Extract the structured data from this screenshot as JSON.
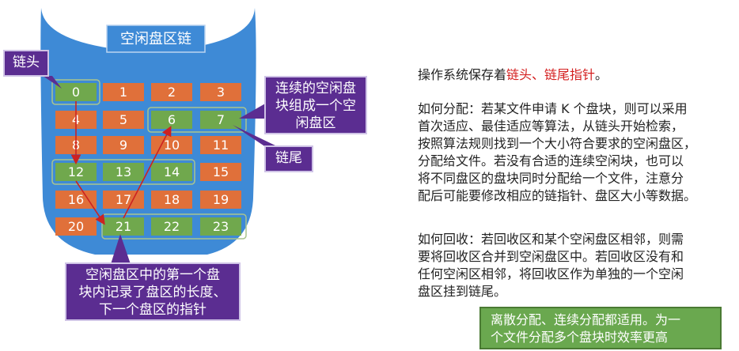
{
  "diagram": {
    "title": "空闲盘区链",
    "blocks": [
      "0",
      "1",
      "2",
      "3",
      "4",
      "5",
      "6",
      "7",
      "8",
      "9",
      "10",
      "11",
      "12",
      "13",
      "14",
      "15",
      "16",
      "17",
      "18",
      "19",
      "20",
      "21",
      "22",
      "23"
    ],
    "free_blocks": [
      0,
      6,
      7,
      12,
      13,
      14,
      21,
      22,
      23
    ],
    "colors": {
      "free": "#70a84d",
      "used": "#e0703a",
      "disk": "#3e8ad6",
      "callout": "#5b2d91",
      "arrow": "#cc2222"
    },
    "callouts": {
      "head": "链头",
      "tail": "链尾",
      "contiguous": [
        "连续的空闲盘",
        "块组成一个空",
        "闲盘区"
      ],
      "first_block": [
        "空闲盘区中的第一个盘",
        "块内记录了盘区的长度、",
        "下一个盘区的指针"
      ]
    }
  },
  "text": {
    "p1_prefix": "操作系统保存着",
    "p1_highlight": "链头、链尾指针",
    "p1_suffix": "。",
    "allocation": [
      "如何分配：若某文件申请 K 个盘块，则可以采用",
      "首次适应、最佳适应等算法，从链头开始检索，",
      "按照算法规则找到一个大小符合要求的空闲盘区，",
      "分配给文件。若没有合适的连续空闲块，也可以",
      "将不同盘区的盘块同时分配给一个文件，注意分",
      "配后可能要修改相应的链指针、盘区大小等数据。"
    ],
    "recycle": [
      "如何回收：若回收区和某个空闲盘区相邻，则需",
      "要将回收区合并到空闲盘区中。若回收区没有和",
      "任何空闲区相邻，将回收区作为单独的一个空闲",
      "盘区挂到链尾。"
    ],
    "note": [
      "离散分配、连续分配都适用。为一",
      "个文件分配多个盘块时效率更高"
    ]
  }
}
